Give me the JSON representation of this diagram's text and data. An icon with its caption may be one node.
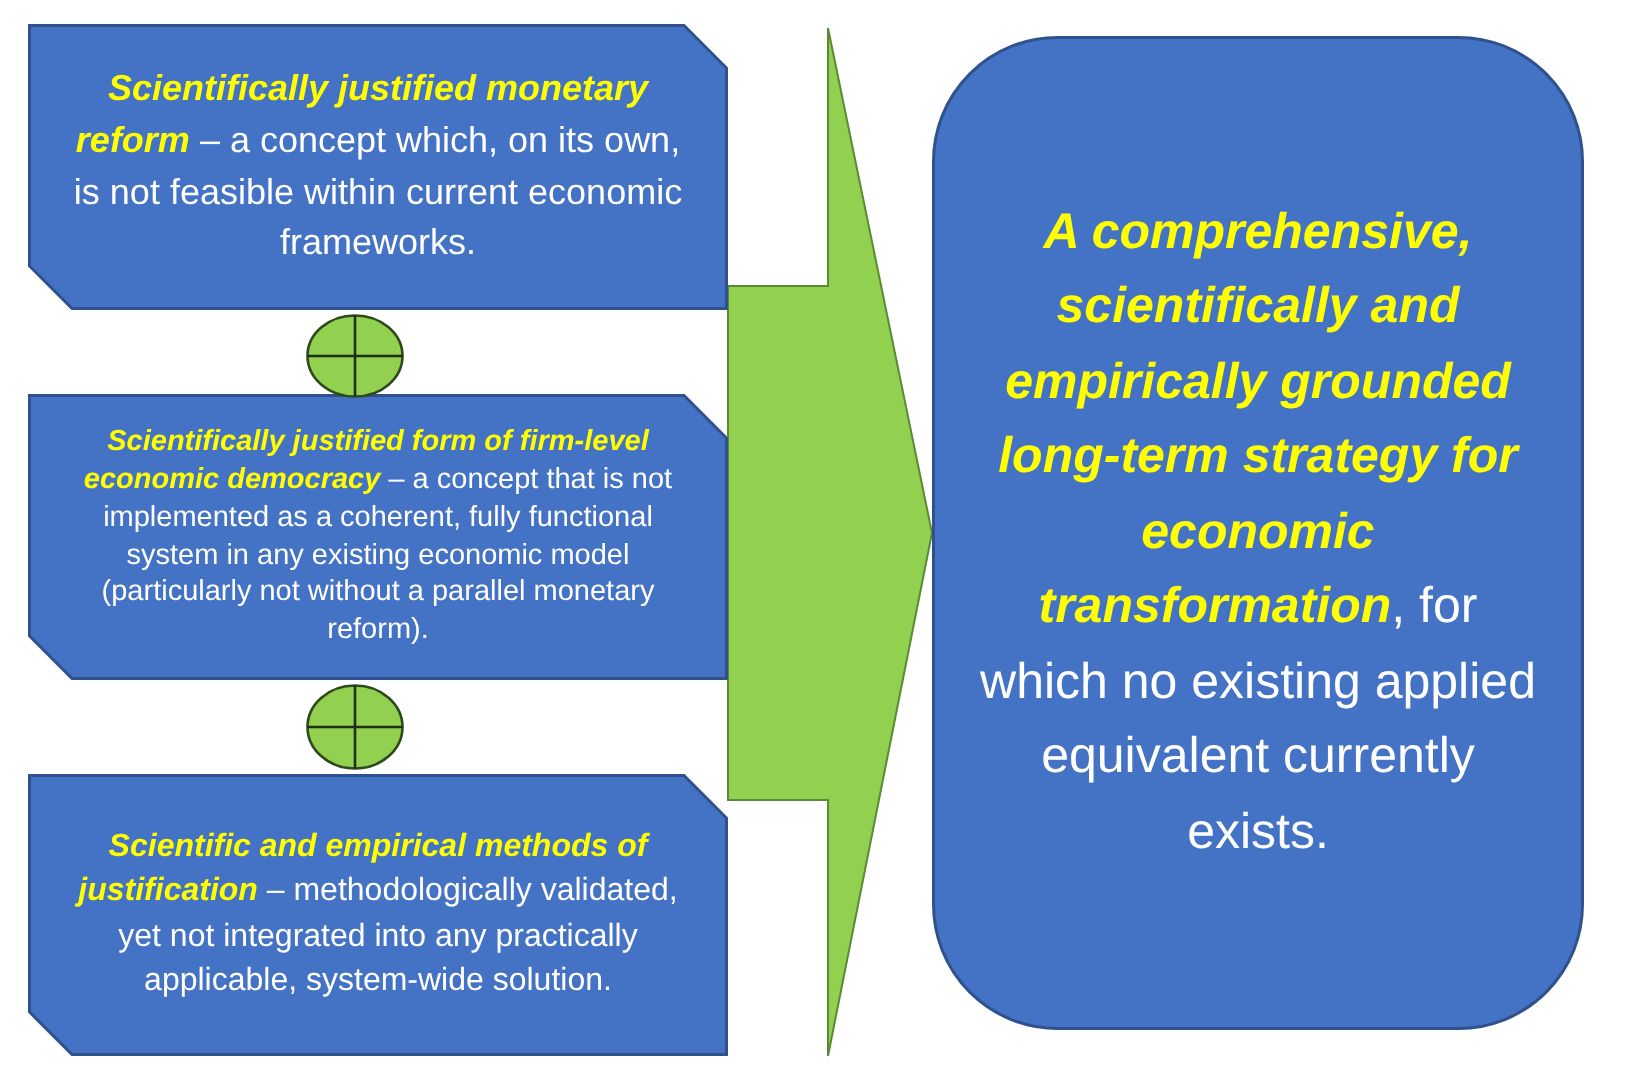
{
  "diagram": {
    "nodes": [
      {
        "text": [
          "**Scientifically justified monetary reform** – a concept which, on its own, is not feasible within current economic frameworks."
        ]
      },
      {
        "text": [],
        "shape": "circle"
      },
      {
        "text": [
          "**Scientifically justified form of firm-level economic democracy** – a concept that is not implemented as a coherent, fully functional system in any existing economic model (particularly not without a parallel monetary reform)."
        ]
      },
      {
        "text": [],
        "shape": "circle"
      },
      {
        "text": [
          "**Scientific and empirical methods of justification** – methodologically validated, yet not integrated into any practically applicable, system-wide solution."
        ]
      },
      {
        "text": [
          "**A comprehensive, scientifically and empirically grounded long-term strategy for economic transformation**, for which no existing applied equivalent currently exists."
        ]
      }
    ],
    "edges": [
      {
        "from": 0,
        "to": 5,
        "arrow": "to"
      },
      {
        "from": 2,
        "to": 5,
        "arrow": "to"
      },
      {
        "from": 4,
        "to": 5,
        "arrow": "to"
      }
    ]
  }
}
